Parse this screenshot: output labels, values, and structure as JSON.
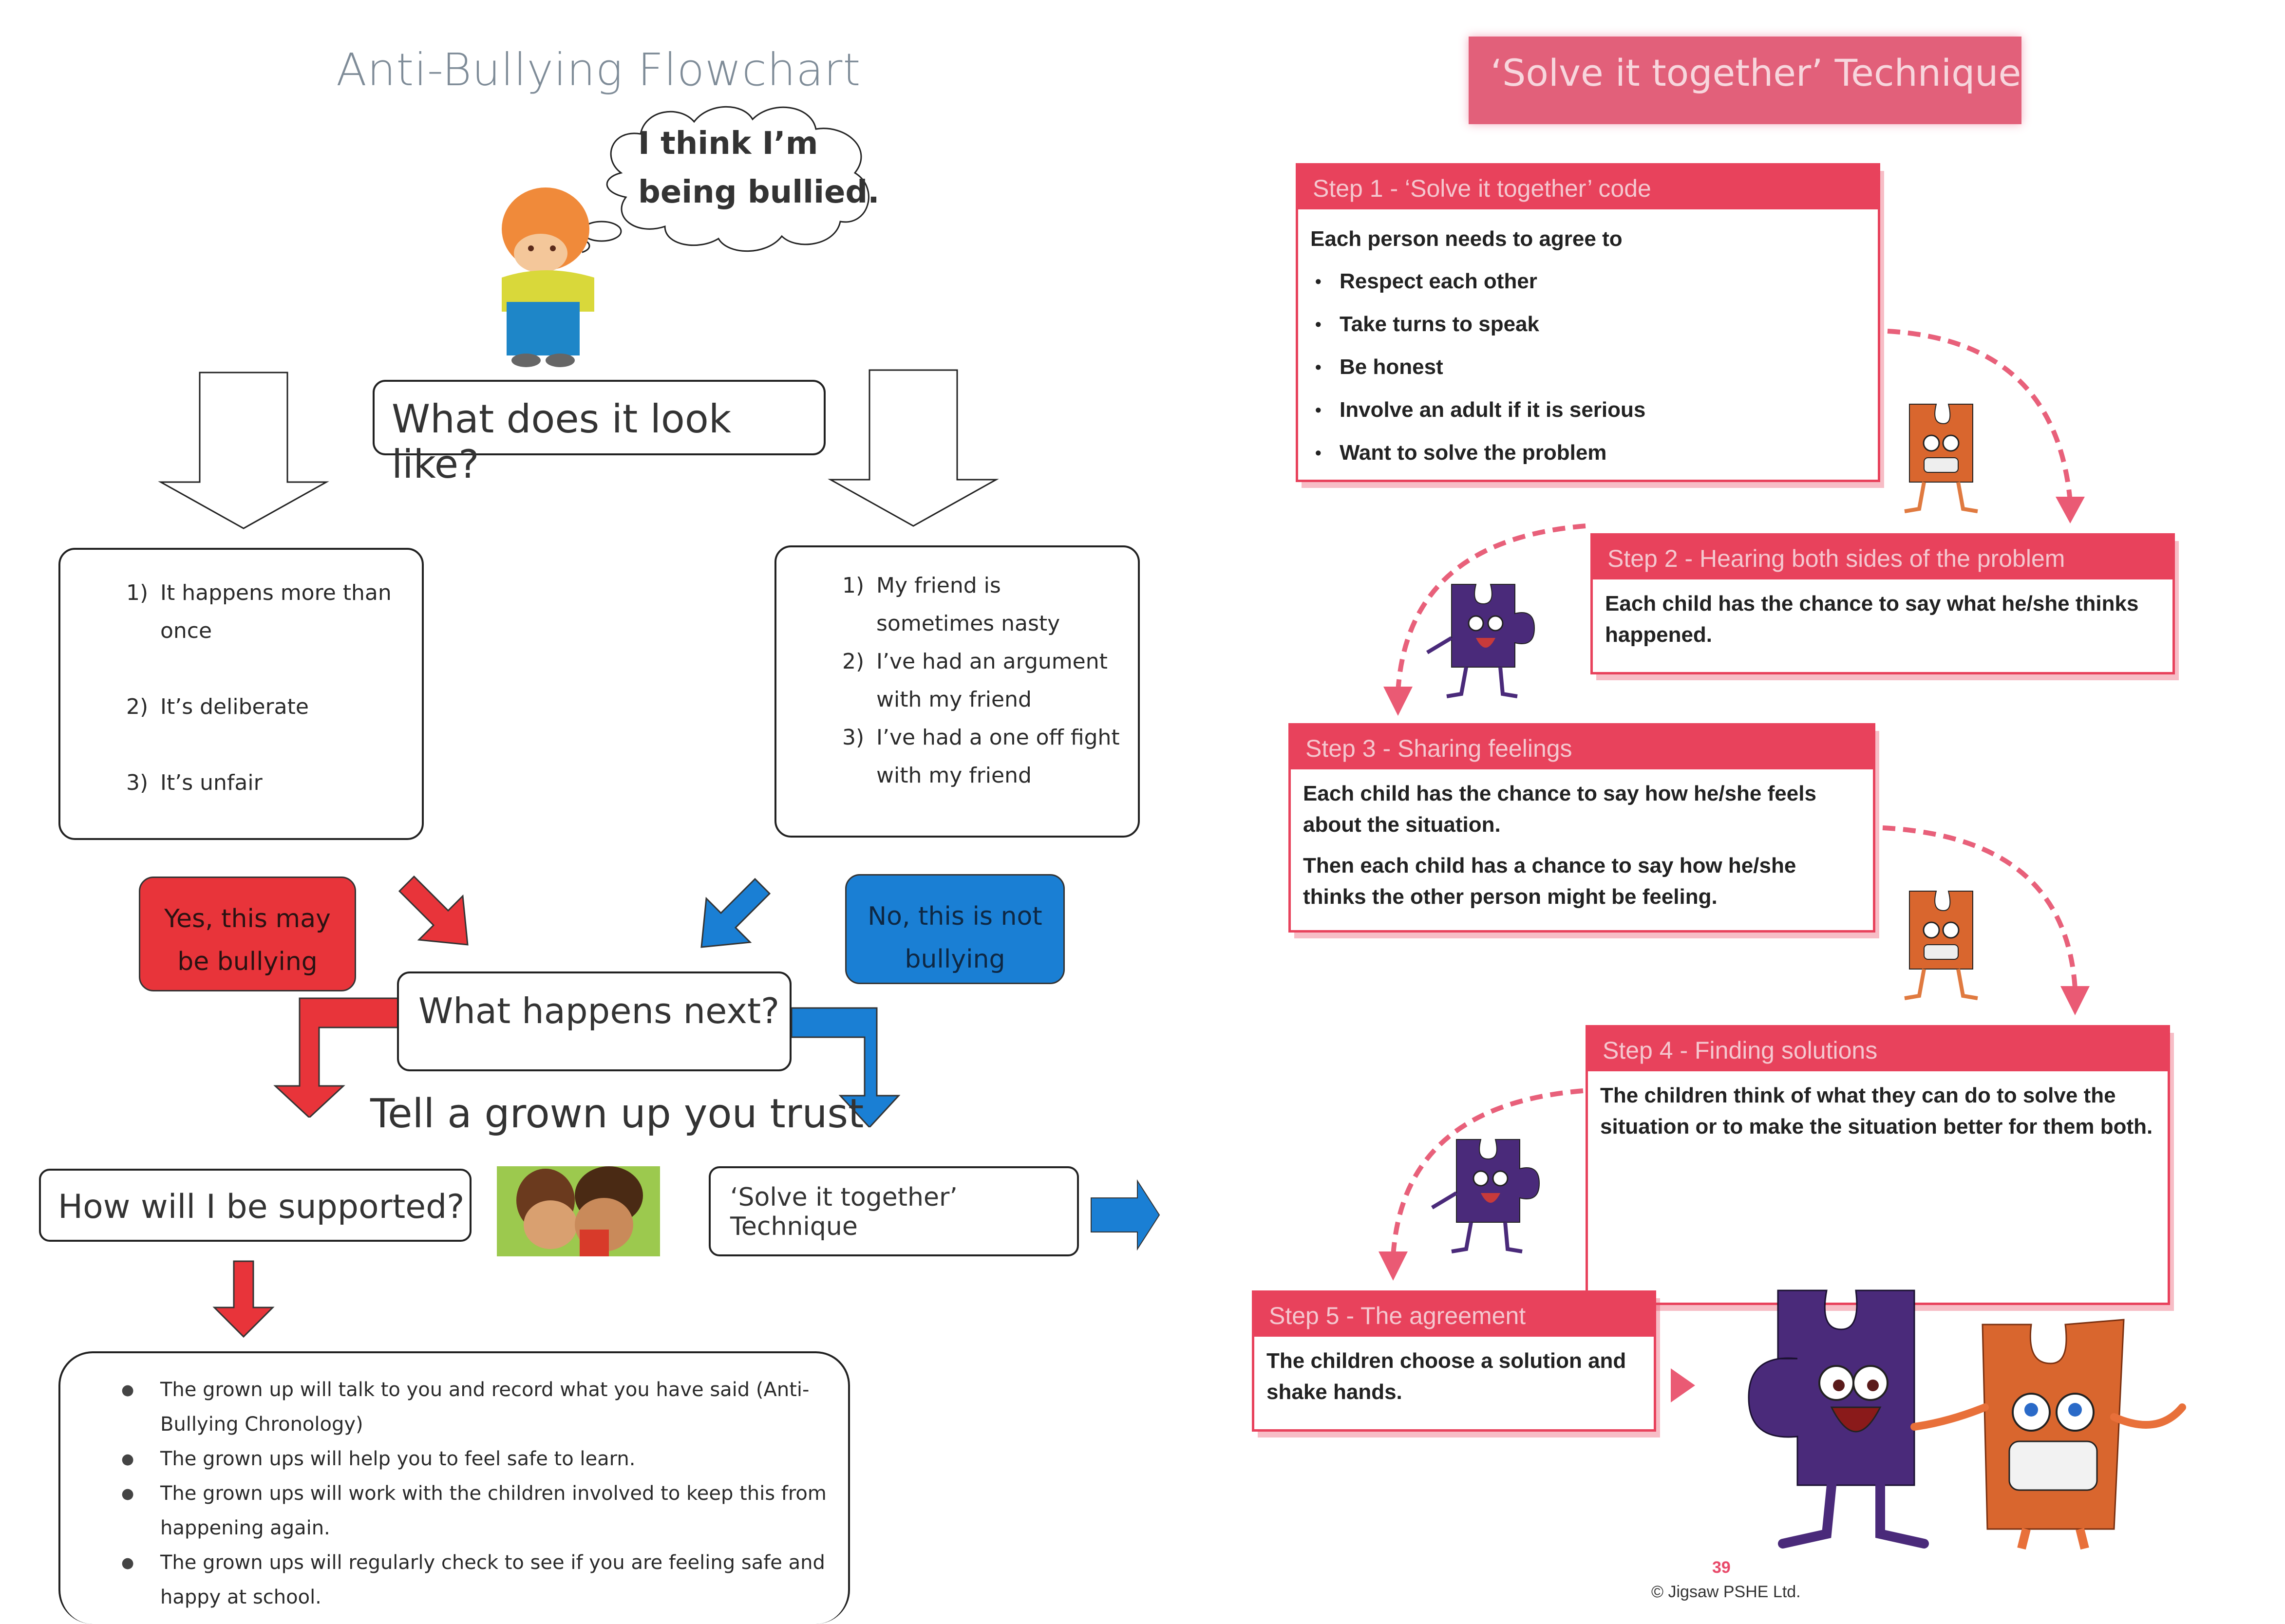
{
  "left_page": {
    "title": "Anti-Bullying Flowchart",
    "thought_bubble": {
      "line1": "I think I’m",
      "line2": "being bullied."
    },
    "question_look": "What does it look like?",
    "bullying_signs": [
      {
        "num": "1)",
        "text": "It happens more than once"
      },
      {
        "num": "2)",
        "text": "It’s deliberate"
      },
      {
        "num": "3)",
        "text": "It’s unfair"
      }
    ],
    "not_bullying_signs": [
      {
        "num": "1)",
        "text": "My friend is sometimes nasty"
      },
      {
        "num": "2)",
        "text": "I’ve had an argument with my friend"
      },
      {
        "num": "3)",
        "text": "I’ve had a one off fight with my friend"
      }
    ],
    "yes_label": "Yes, this may be bullying",
    "no_label": "No, this is not bullying",
    "what_next": "What happens next?",
    "tell_adult": "Tell a grown up you trust",
    "how_supported": "How will I be supported?",
    "solve_technique": "‘Solve it together’ Technique",
    "support_points": [
      "The grown up will talk to you and record what you have said (Anti-Bullying Chronology)",
      "The grown ups will help you to feel safe to learn.",
      "The grown ups will work with the children involved to keep this from happening again.",
      "The grown ups will regularly check to see if you are feeling safe and happy at school."
    ],
    "colors": {
      "yes": "#e8343a",
      "no": "#1a7fd4"
    }
  },
  "right_page": {
    "title": "‘Solve it together’ Technique",
    "steps": [
      {
        "heading": "Step 1 - ‘Solve it together’ code",
        "intro": "Each person needs to agree to",
        "bullets": [
          "Respect each other",
          "Take turns to speak",
          "Be honest",
          "Involve an adult if it is serious",
          "Want to solve the problem"
        ]
      },
      {
        "heading": "Step 2 - Hearing both sides of the problem",
        "paragraphs": [
          "Each child has the chance to say what he/she thinks happened."
        ]
      },
      {
        "heading": "Step 3 - Sharing feelings",
        "paragraphs": [
          "Each child has the chance to say how he/she feels about the situation.",
          "Then each child has a chance to say how he/she thinks the other person might be feeling."
        ]
      },
      {
        "heading": "Step 4 - Finding solutions",
        "paragraphs": [
          "The children think of what they can do to solve the situation or to make the situation better for them both."
        ]
      },
      {
        "heading": "Step 5 - The agreement",
        "paragraphs": [
          "The children choose a solution and shake hands."
        ]
      }
    ],
    "page_number": "39",
    "copyright": "© Jigsaw PSHE Ltd.",
    "colors": {
      "accent": "#e8425c",
      "purple_piece": "#4a2a7a",
      "orange_piece": "#d9662e"
    }
  }
}
